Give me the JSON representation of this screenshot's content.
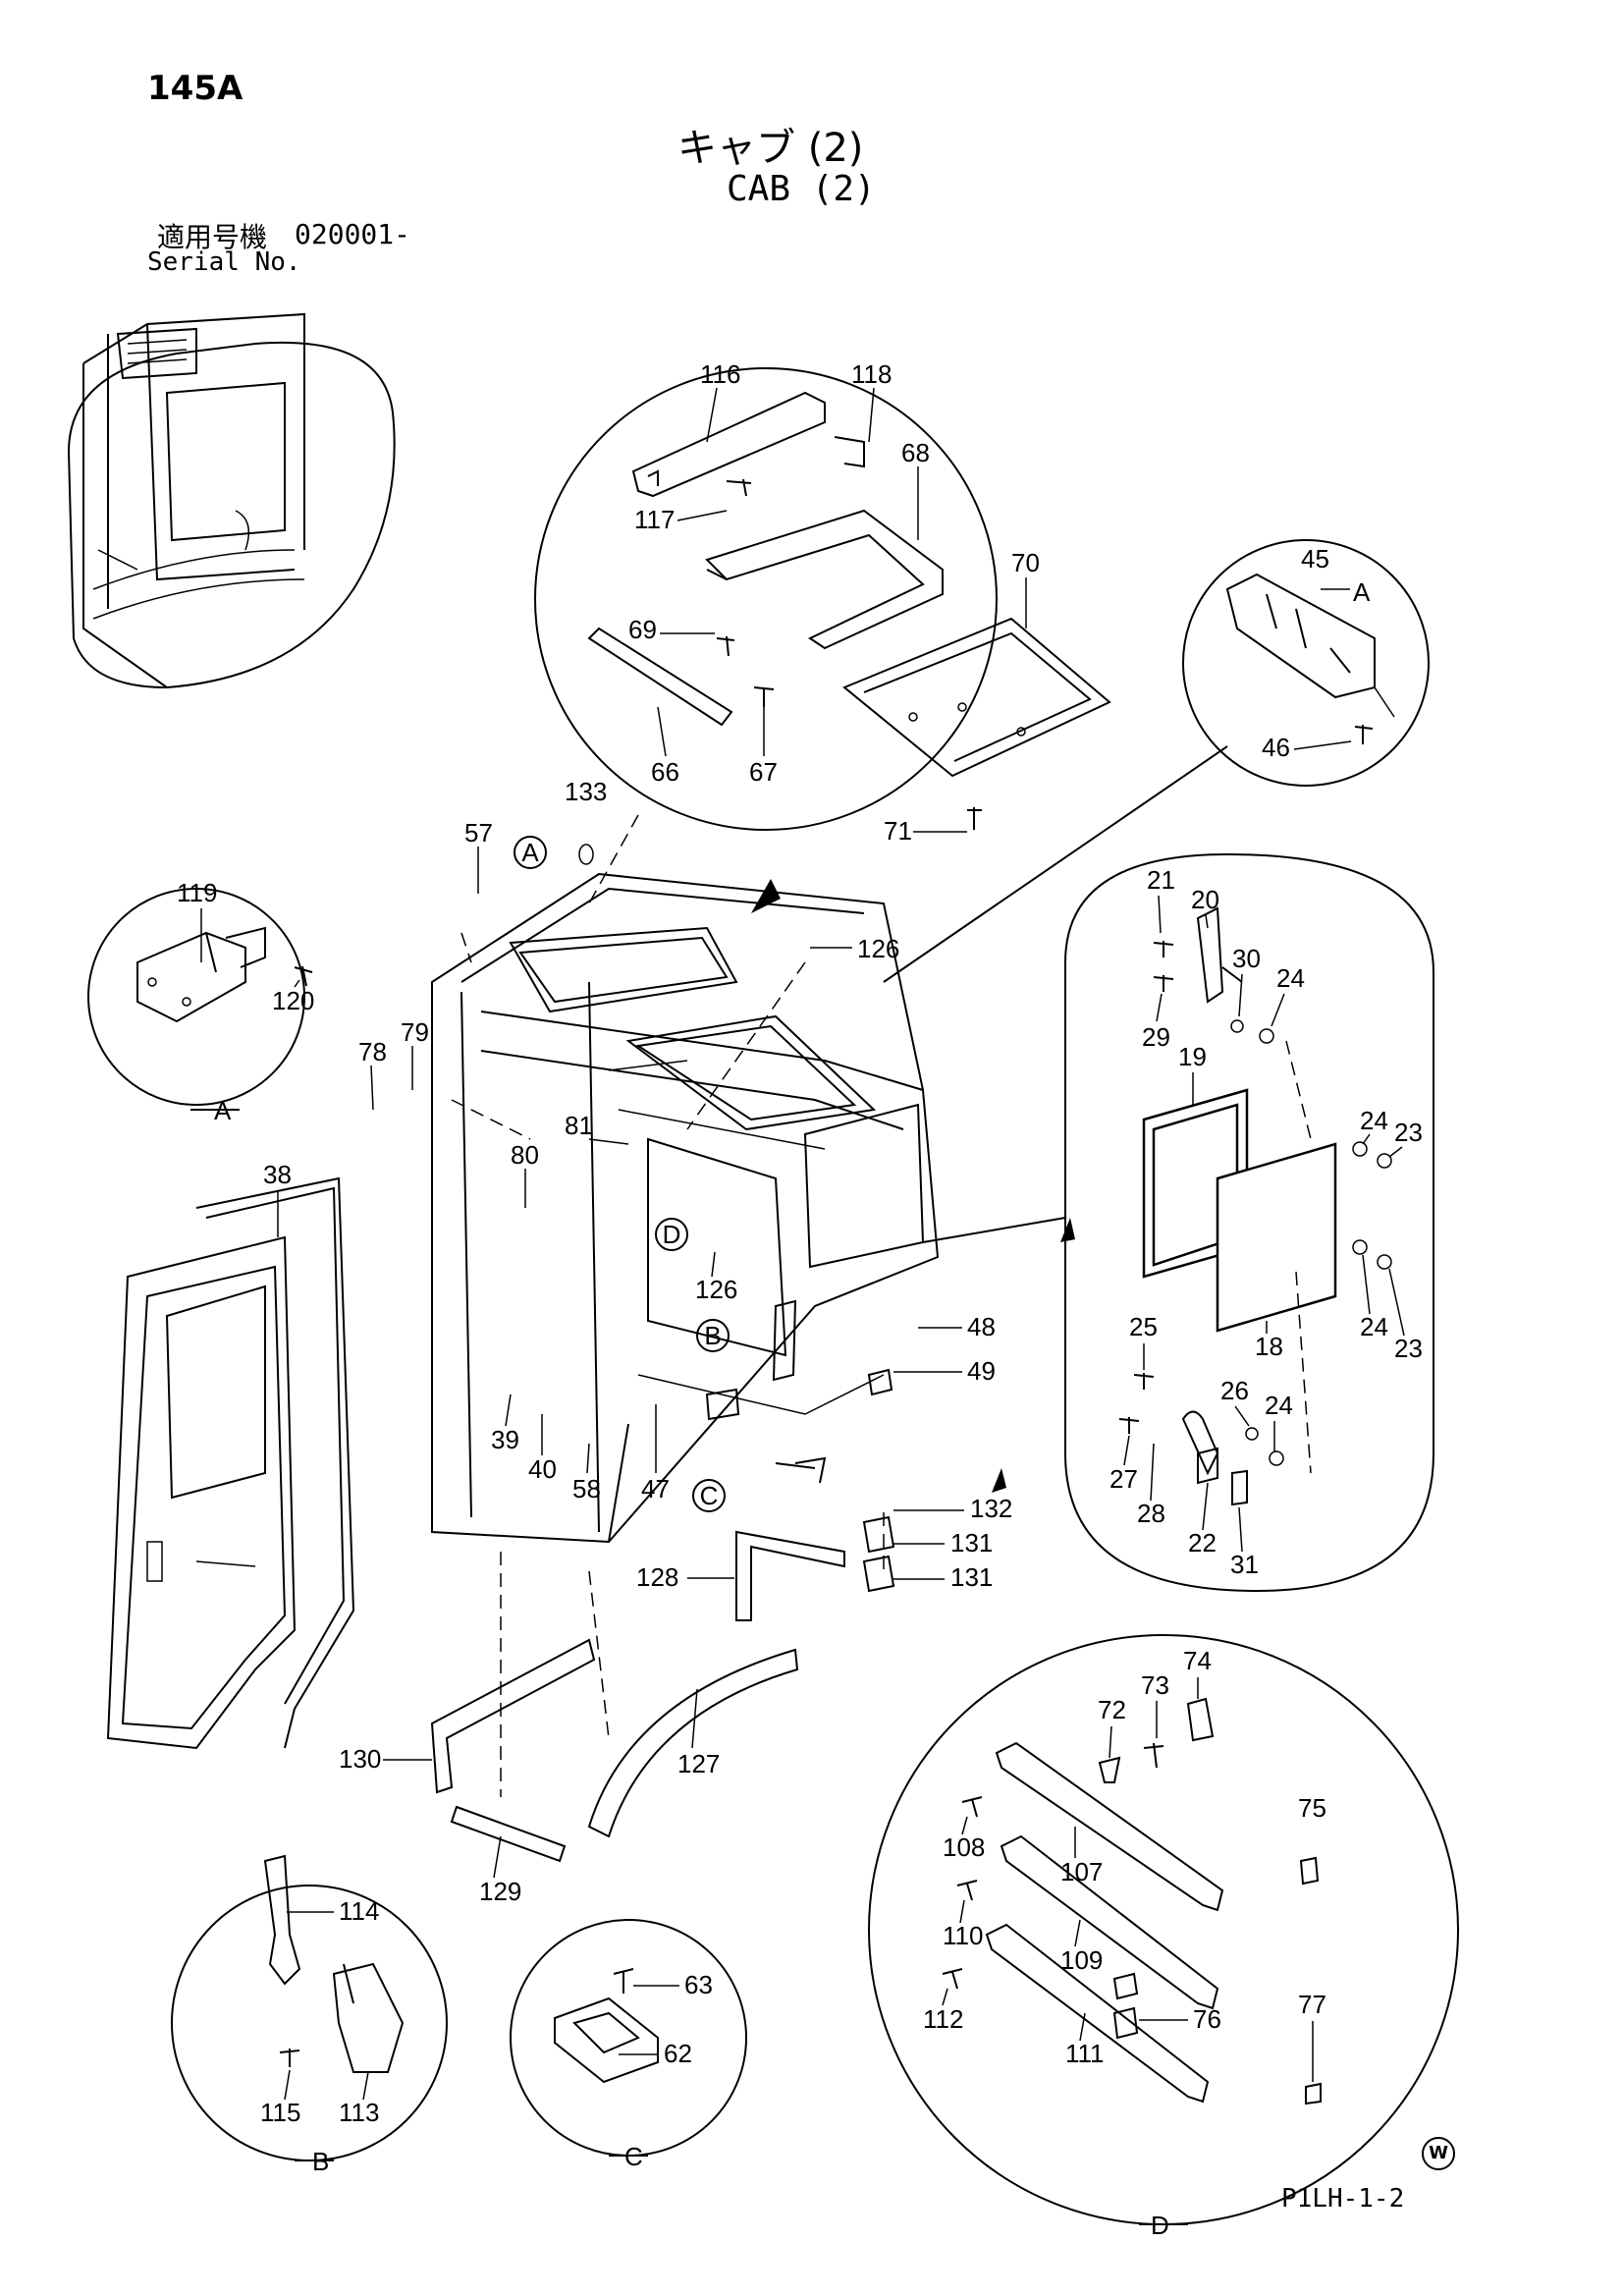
{
  "header": {
    "page_number": "145A",
    "title_jp": "キャブ (2)",
    "title_en": "CAB (2)",
    "serial_label_jp": "適用号機",
    "serial_code": "020001-",
    "serial_label_en": "Serial No."
  },
  "footer": {
    "drawing_code": "P1LH-1-2",
    "mark": "W"
  },
  "callouts": {
    "c116": "116",
    "c118": "118",
    "c68": "68",
    "c117": "117",
    "c70": "70",
    "c69": "69",
    "c66": "66",
    "c67": "67",
    "c71": "71",
    "c45": "45",
    "c46": "46",
    "c133": "133",
    "c57": "57",
    "c126a": "126",
    "c119": "119",
    "c120": "120",
    "c79": "79",
    "c78": "78",
    "c81": "81",
    "c80": "80",
    "c126b": "126",
    "c38": "38",
    "c21": "21",
    "c20": "20",
    "c30": "30",
    "c24a": "24",
    "c29": "29",
    "c19": "19",
    "c24b": "24",
    "c23a": "23",
    "c18": "18",
    "c24c": "24",
    "c23b": "23",
    "c25": "25",
    "c26": "26",
    "c24d": "24",
    "c27": "27",
    "c28": "28",
    "c22": "22",
    "c31": "31",
    "c48": "48",
    "c49": "49",
    "c39": "39",
    "c40": "40",
    "c58": "58",
    "c47": "47",
    "c132": "132",
    "c131a": "131",
    "c131b": "131",
    "c128": "128",
    "c130": "130",
    "c127": "127",
    "c129": "129",
    "c74": "74",
    "c73": "73",
    "c72": "72",
    "c75": "75",
    "c108": "108",
    "c107": "107",
    "c110": "110",
    "c109": "109",
    "c76": "76",
    "c112": "112",
    "c111": "111",
    "c77": "77",
    "c114": "114",
    "c115": "115",
    "c113": "113",
    "c63": "63",
    "c62": "62"
  },
  "view_markers": {
    "detail_A_label": "A",
    "detail_A_ref": "A",
    "detail_A_ref2": "A",
    "detail_B_label": "B",
    "detail_B_ref": "B",
    "detail_C_label": "C",
    "detail_C_ref": "C",
    "detail_D_label": "D",
    "detail_D_ref": "D"
  }
}
